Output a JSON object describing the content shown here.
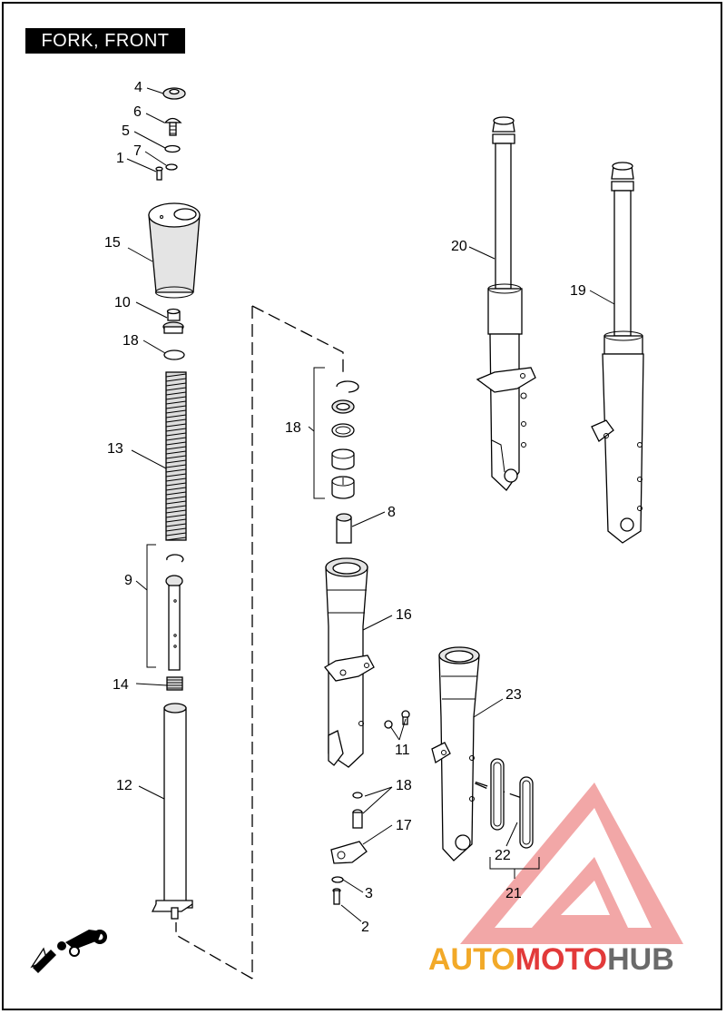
{
  "title": "FORK, FRONT",
  "callouts": {
    "c1": "1",
    "c2": "2",
    "c3": "3",
    "c4": "4",
    "c5": "5",
    "c6": "6",
    "c7": "7",
    "c8": "8",
    "c9": "9",
    "c10": "10",
    "c11": "11",
    "c12": "12",
    "c13": "13",
    "c14": "14",
    "c15": "15",
    "c16": "16",
    "c17": "17",
    "c18a": "18",
    "c18b": "18",
    "c18c": "18",
    "c19": "19",
    "c20": "20",
    "c21": "21",
    "c22": "22",
    "c23": "23"
  },
  "watermark": {
    "part1": "AUTO",
    "part2": "MOTO",
    "part3": "HUB"
  },
  "colors": {
    "watermark_red": "#e23a3a",
    "watermark_orange": "#f2a928",
    "watermark_gray": "#6a6a6a"
  }
}
